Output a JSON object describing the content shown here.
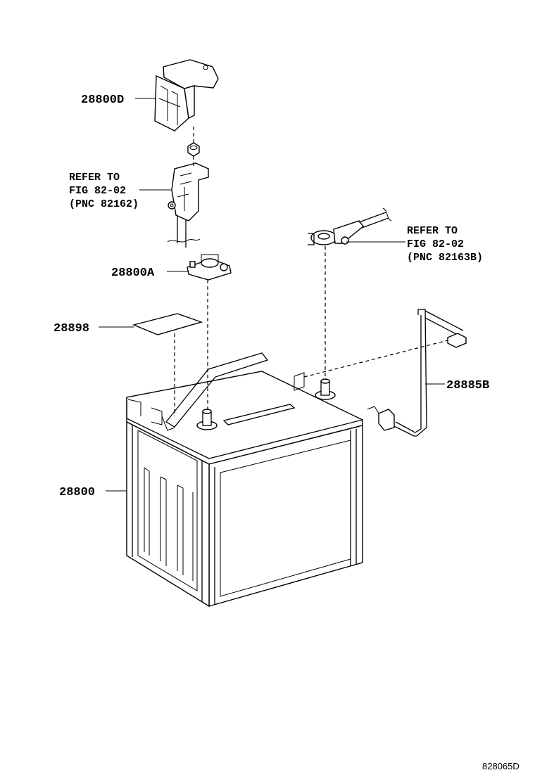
{
  "parts": {
    "cover": "28800D",
    "clamp": "28800A",
    "label": "28898",
    "battery": "28800",
    "vent": "28885B"
  },
  "references": {
    "neg": {
      "l1": "REFER TO",
      "l2": "FIG 82-02",
      "l3": "(PNC 82162)"
    },
    "pos": {
      "l1": "REFER TO",
      "l2": "FIG 82-02",
      "l3": "(PNC 82163B)"
    }
  },
  "figure_code": "828065D"
}
